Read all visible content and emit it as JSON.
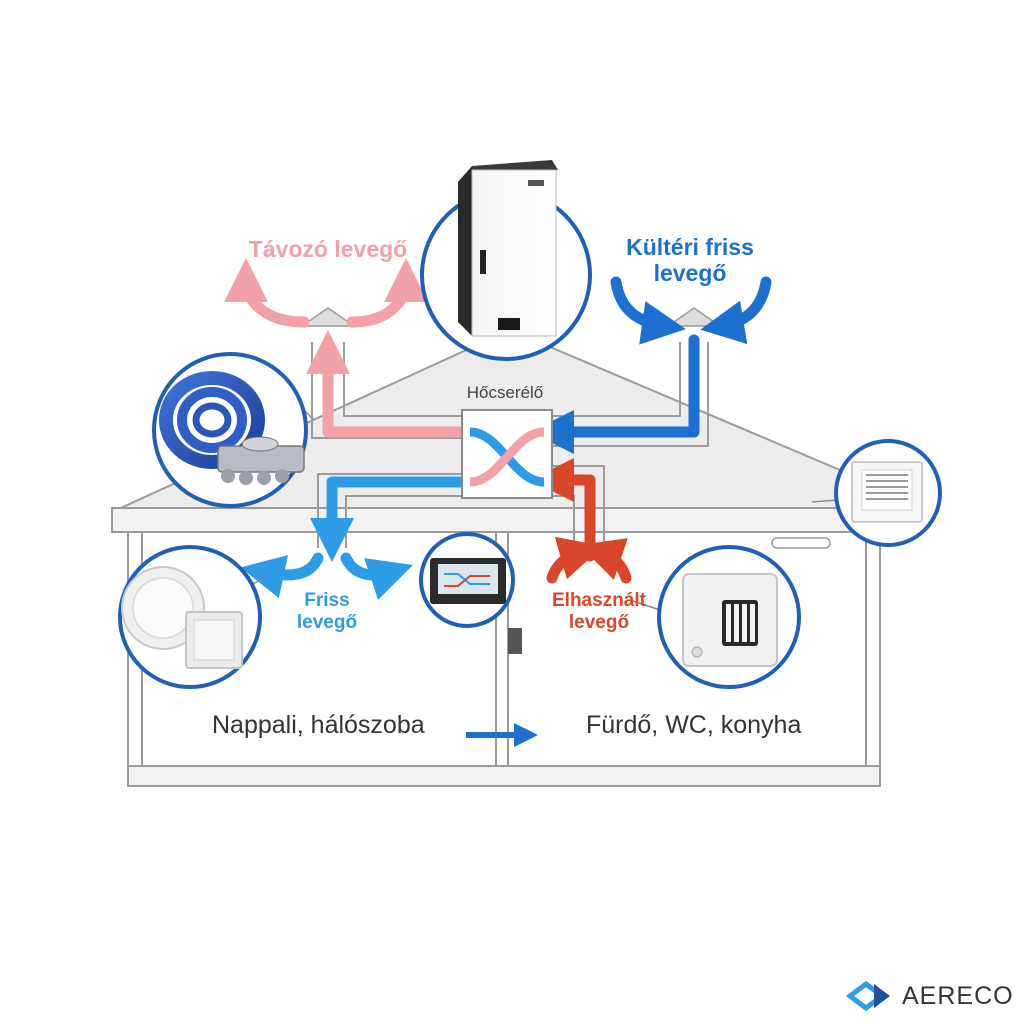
{
  "labels": {
    "exhaust_air": "Távozó levegő",
    "outdoor_air_line1": "Kültéri friss",
    "outdoor_air_line2": "levegő",
    "heat_exchanger": "Hőcserélő",
    "supply_air_line1": "Friss",
    "supply_air_line2": "levegő",
    "extract_air_line1": "Elhasznált",
    "extract_air_line2": "levegő",
    "room_living": "Nappali, hálószoba",
    "room_wet": "Fürdő, WC, konyha"
  },
  "brand": {
    "name": "AERECO"
  },
  "colors": {
    "exhaust": "#f2a1a8",
    "outdoor": "#1d6fd0",
    "supply": "#2e9be6",
    "extract": "#d9462a",
    "callout_ring": "#1f5fb5",
    "house_fill": "#eeeeee",
    "house_stroke": "#9a9a9a"
  },
  "icons": [
    "ventilation-unit-icon",
    "duct-hose-manifold-icon",
    "ceiling-diffuser-icon",
    "control-display-icon",
    "humidity-extract-grille-icon",
    "wall-air-inlet-icon",
    "roof-terminal-icon",
    "aereco-logo-icon"
  ]
}
